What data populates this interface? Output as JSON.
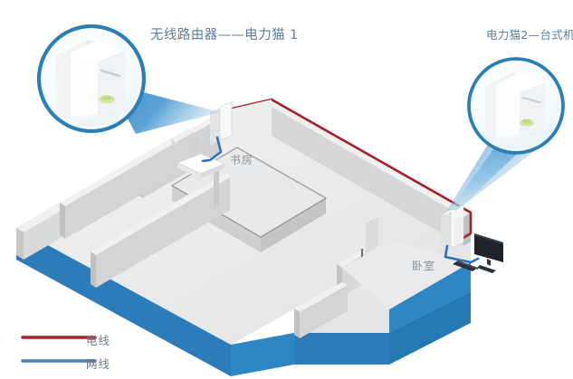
{
  "diagram": {
    "title_left": "无线路由器——电力猫 1",
    "title_right": "电力猫2—台式机",
    "rooms": [
      {
        "name_key": "study",
        "label": "书房"
      },
      {
        "name_key": "bedroom",
        "label": "卧室"
      }
    ],
    "legend": [
      {
        "key": "power-line",
        "label": "电线",
        "color": "#a81f2b"
      },
      {
        "key": "network-line",
        "label": "网线",
        "color": "#4a7ec4"
      }
    ],
    "colors": {
      "base_slab": "#2b7cb8",
      "base_slab_side": "#2f86c4",
      "floor_light": "#ececec",
      "wall_light": "#e3e4e6",
      "wall_mid": "#cfd1d3",
      "wall_dark": "#b9bcbe",
      "magnifier_ring": "#2a7fb5",
      "beam_blue": "#2f84c4",
      "power_red": "#a81f2b",
      "network_blue": "#2f6fc0",
      "label_text": "#5d7d99",
      "room_text": "#8e9295",
      "background": "#ffffff"
    },
    "devices": [
      {
        "key": "wireless-router",
        "type": "router",
        "room": "书房"
      },
      {
        "key": "powerline-adapter-1",
        "type": "powerline-adapter",
        "room": "书房"
      },
      {
        "key": "powerline-adapter-2",
        "type": "powerline-adapter",
        "room": "卧室"
      },
      {
        "key": "desktop-computer",
        "type": "desktop-pc",
        "room": "卧室"
      }
    ],
    "magnifiers": [
      {
        "key": "magnifier-left",
        "shows": "powerline-adapter-1"
      },
      {
        "key": "magnifier-right",
        "shows": "powerline-adapter-2"
      }
    ]
  }
}
